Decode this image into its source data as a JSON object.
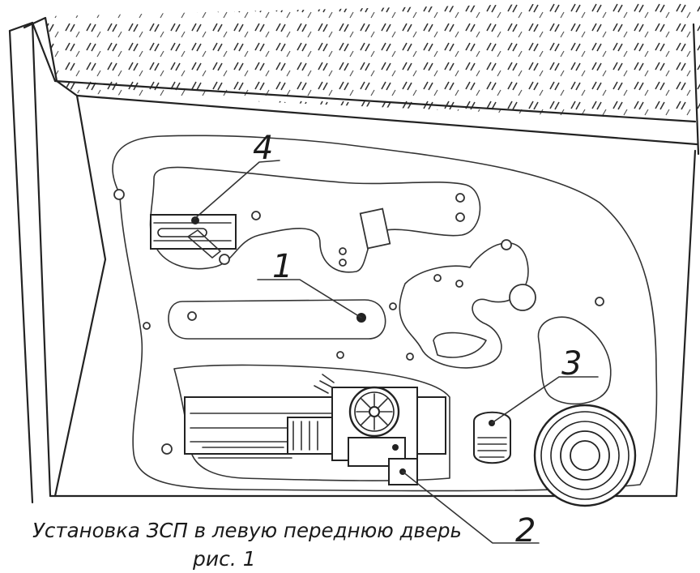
{
  "figure": {
    "caption_line1": "Установка ЗСП в левую переднюю дверь",
    "caption_line2": "рис. 1",
    "callouts": [
      "1",
      "2",
      "3",
      "4"
    ]
  }
}
